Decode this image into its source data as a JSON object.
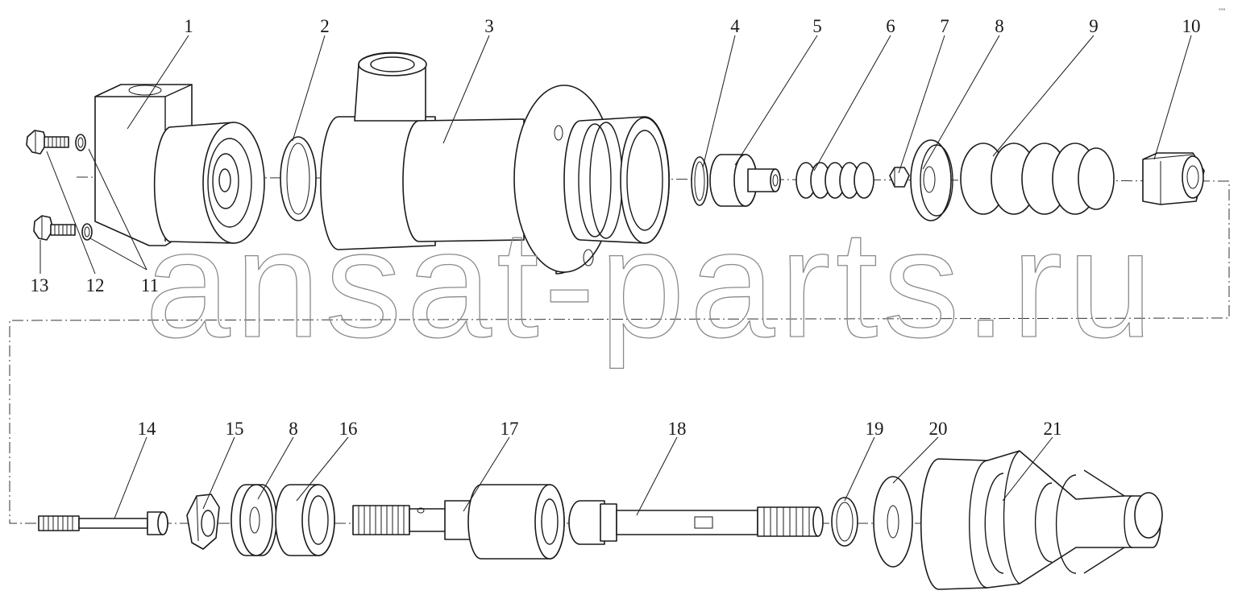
{
  "diagram": {
    "callouts": [
      {
        "id": "c1",
        "text": "1"
      },
      {
        "id": "c2",
        "text": "2"
      },
      {
        "id": "c3",
        "text": "3"
      },
      {
        "id": "c4",
        "text": "4"
      },
      {
        "id": "c5",
        "text": "5"
      },
      {
        "id": "c6",
        "text": "6"
      },
      {
        "id": "c7",
        "text": "7"
      },
      {
        "id": "c8a",
        "text": "8"
      },
      {
        "id": "c9",
        "text": "9"
      },
      {
        "id": "c10",
        "text": "10"
      },
      {
        "id": "c11",
        "text": "11"
      },
      {
        "id": "c12",
        "text": "12"
      },
      {
        "id": "c13",
        "text": "13"
      },
      {
        "id": "c14",
        "text": "14"
      },
      {
        "id": "c15",
        "text": "15"
      },
      {
        "id": "c8b",
        "text": "8"
      },
      {
        "id": "c16",
        "text": "16"
      },
      {
        "id": "c17",
        "text": "17"
      },
      {
        "id": "c18",
        "text": "18"
      },
      {
        "id": "c19",
        "text": "19"
      },
      {
        "id": "c20",
        "text": "20"
      },
      {
        "id": "c21",
        "text": "21"
      }
    ],
    "watermark": "ansat-parts.ru",
    "corner_mark": "▪▪▪"
  },
  "colors": {
    "line": "#1a1a1a",
    "watermark": "#8a8a8a",
    "background": "#ffffff"
  }
}
